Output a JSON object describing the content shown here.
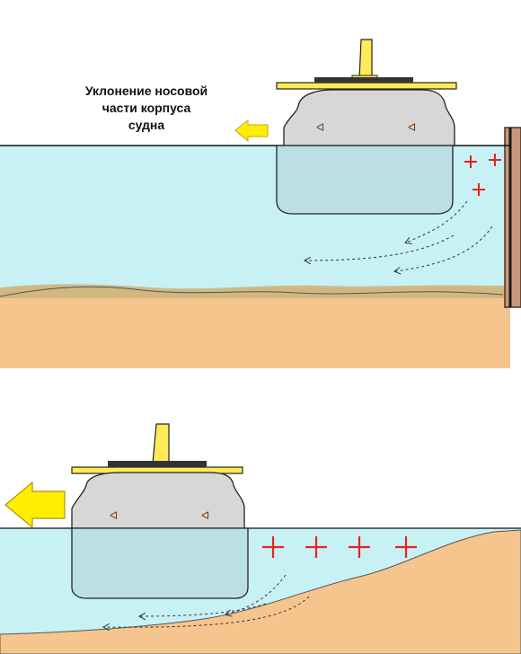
{
  "caption": {
    "lines": [
      "Уклонение носовой",
      "части корпуса",
      "судна"
    ]
  },
  "colors": {
    "water": "#c8f1f6",
    "seabed": "#f6c58e",
    "seabed_edge": "#c9b57c",
    "hull_above": "#d7d7d7",
    "hull_below": "#bcdfe3",
    "superstructure": "#ffeb55",
    "arrow": "#ffee00",
    "plus_marks": "#e8231f",
    "pier": "#c8967a"
  },
  "icons": [
    "yellow-arrow-left",
    "plus-sign",
    "dashed-flow-arrow"
  ],
  "scene_top": {
    "plus_count": 3,
    "flow_arrow_count": 3
  },
  "scene_bottom": {
    "plus_count": 4,
    "flow_arrow_count": 3
  }
}
